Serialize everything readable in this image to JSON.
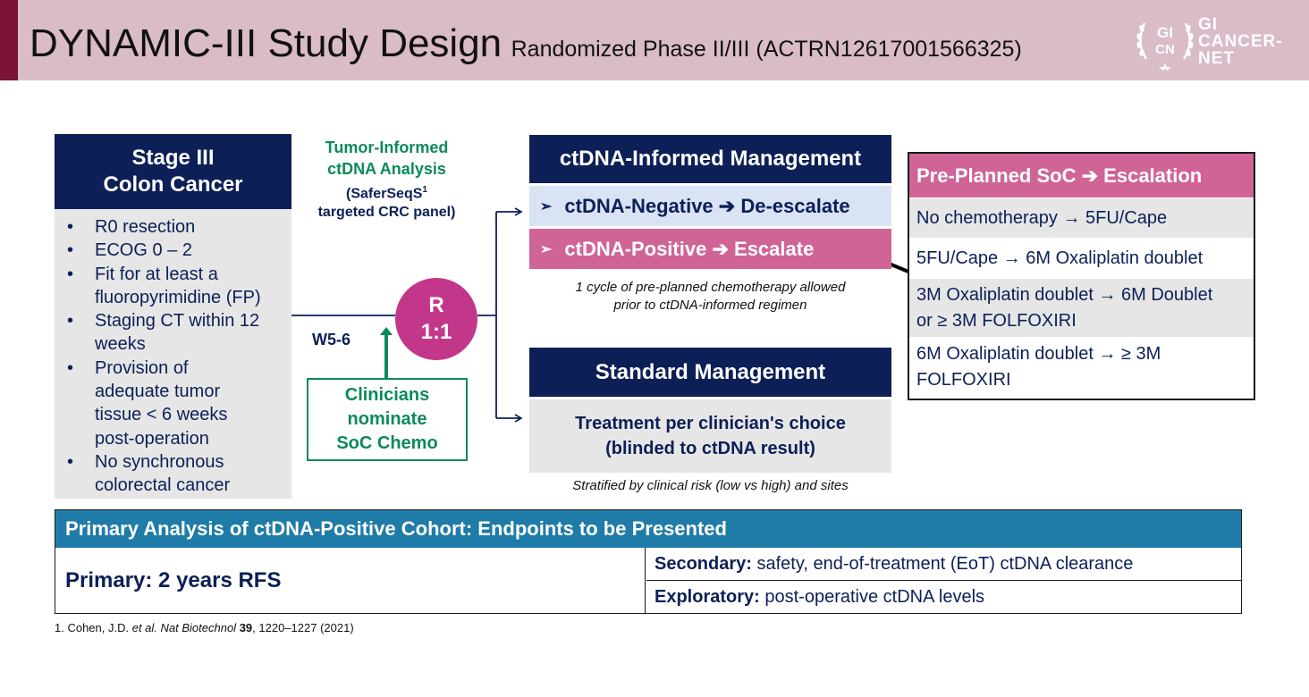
{
  "header": {
    "title": "DYNAMIC-III Study Design",
    "subtitle": "Randomized Phase II/III (ACTRN12617001566325)",
    "logo": {
      "abbr_top": "GI",
      "abbr_bottom": "CN",
      "line1": "GI",
      "line2": "CANCER-",
      "line3": "NET"
    }
  },
  "stage": {
    "title_line1": "Stage III",
    "title_line2": "Colon Cancer",
    "bullet_char": "•",
    "bullets": [
      [
        "R0 resection"
      ],
      [
        "ECOG 0 – 2"
      ],
      [
        "Fit for at least a",
        "fluoropyrimidine (FP)"
      ],
      [
        "Staging CT within 12",
        "weeks"
      ],
      [
        "Provision of",
        "adequate tumor",
        "tissue < 6 weeks",
        "post-operation"
      ],
      [
        "No synchronous",
        "colorectal cancer"
      ]
    ]
  },
  "tumor": {
    "line1": "Tumor-Informed",
    "line2": "ctDNA Analysis",
    "line3_pre": "(SaferSeqS",
    "line3_sup": "1",
    "line4": "targeted CRC panel)"
  },
  "randomization": {
    "line1": "R",
    "line2": "1:1",
    "timing": "W5-6"
  },
  "clinicians": {
    "line1": "Clinicians",
    "line2": "nominate",
    "line3": "SoC Chemo"
  },
  "ctdna_arm": {
    "title": "ctDNA-Informed Management",
    "bullet_char": "➢",
    "arrow_char": "➔",
    "negative_pre": "ctDNA-Negative",
    "negative_post": "De-escalate",
    "positive_pre": "ctDNA-Positive",
    "positive_post": "Escalate",
    "note_line1": "1 cycle of pre-planned chemotherapy allowed",
    "note_line2": "prior to ctDNA-informed regimen"
  },
  "standard_arm": {
    "title": "Standard Management",
    "body_line1": "Treatment per clinician's choice",
    "body_line2": "(blinded to ctDNA result)",
    "note": "Stratified by clinical risk (low vs high) and sites"
  },
  "escalation": {
    "head_pre": "Pre-Planned SoC",
    "head_arrow": "➔",
    "head_post": "Escalation",
    "arrow_char": "→",
    "rows": [
      {
        "from": "No chemotherapy",
        "to": "5FU/Cape",
        "to2": ""
      },
      {
        "from": "5FU/Cape",
        "to": "6M Oxaliplatin doublet",
        "to2": ""
      },
      {
        "from": "3M Oxaliplatin doublet",
        "to": "6M Doublet",
        "to2": "or ≥ 3M FOLFOXIRI"
      },
      {
        "from": "6M Oxaliplatin doublet",
        "to": "≥ 3M",
        "to2": "FOLFOXIRI"
      }
    ]
  },
  "endpoints": {
    "head": "Primary Analysis of ctDNA-Positive Cohort: Endpoints to be Presented",
    "primary": "Primary: 2 years RFS",
    "secondary_label": "Secondary:",
    "secondary_text": "safety, end-of-treatment (EoT) ctDNA clearance",
    "exploratory_label": "Exploratory:",
    "exploratory_text": "post-operative ctDNA levels"
  },
  "footnote": {
    "pre": "1. Cohen, J.D. ",
    "etal": "et al. Nat Biotechnol",
    "vol": "39",
    "post": ", 1220–1227 (2021)"
  },
  "colors": {
    "navy": "#0c1f57",
    "magenta": "#c2378a",
    "pink": "#d06496",
    "green": "#0c8a57",
    "teal_header": "#1f7ba7",
    "header_bg": "#d9bcc8",
    "header_accent": "#7b1434"
  }
}
